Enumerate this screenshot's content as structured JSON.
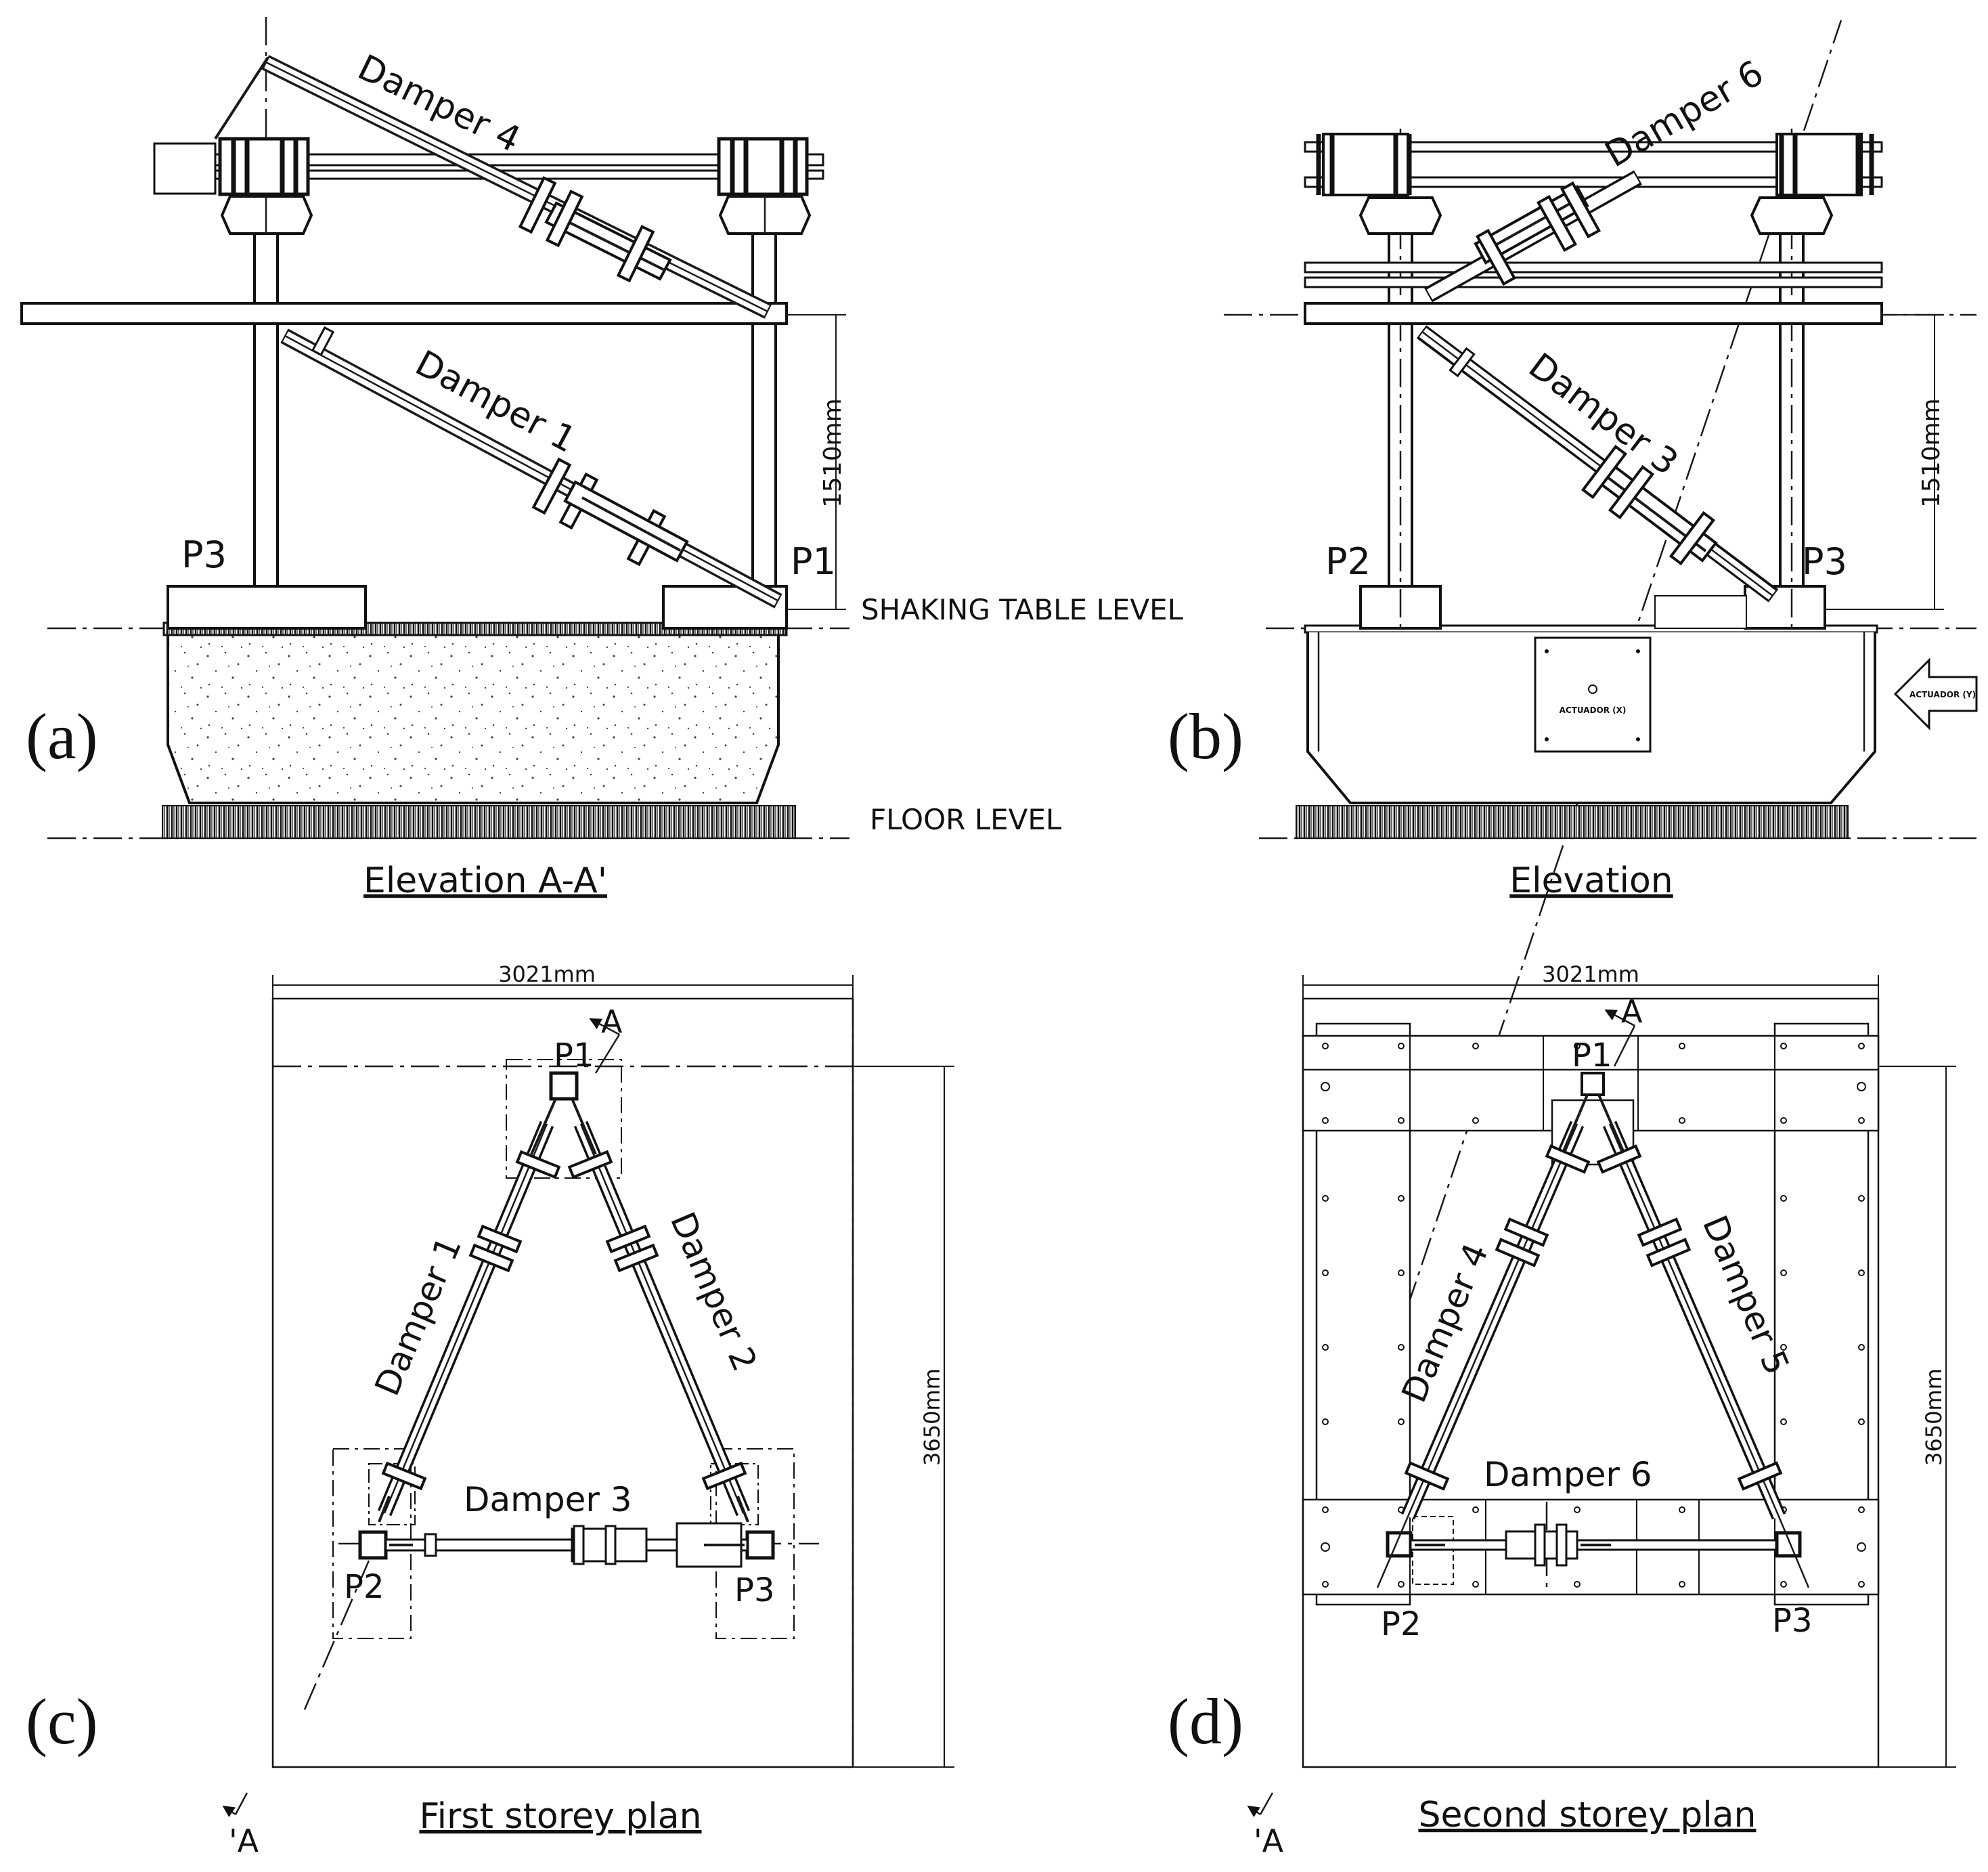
{
  "panels": {
    "a": {
      "tag": "(a)",
      "caption": "Elevation A-A'",
      "labels": {
        "damper_top": "Damper 4",
        "damper_bottom": "Damper 1",
        "left_column": "P3",
        "right_column": "P1",
        "height": "1510mm",
        "table_level": "SHAKING TABLE LEVEL",
        "floor_level": "FLOOR LEVEL"
      }
    },
    "b": {
      "tag": "(b)",
      "caption": "Elevation",
      "labels": {
        "damper_top": "Damper 6",
        "damper_bottom": "Damper 3",
        "left_column": "P2",
        "right_column": "P3",
        "height": "1510mm",
        "actuator_x": "ACTUADOR (X)",
        "actuator_y": "ACTUADOR (Y)"
      }
    },
    "c": {
      "tag": "(c)",
      "caption": "First storey plan",
      "labels": {
        "width": "3021mm",
        "depth": "3650mm",
        "section_top": "A",
        "section_bottom": "'A",
        "node_top": "P1",
        "node_left": "P2",
        "node_right": "P3",
        "damper_left": "Damper 1",
        "damper_right": "Damper 2",
        "damper_bottom": "Damper 3"
      }
    },
    "d": {
      "tag": "(d)",
      "caption": "Second storey plan",
      "labels": {
        "width": "3021mm",
        "depth": "3650mm",
        "section_top": "A",
        "section_bottom": "'A",
        "node_top": "P1",
        "node_left": "P2",
        "node_right": "P3",
        "damper_left": "Damper 4",
        "damper_right": "Damper 5",
        "damper_bottom": "Damper 6"
      }
    }
  }
}
